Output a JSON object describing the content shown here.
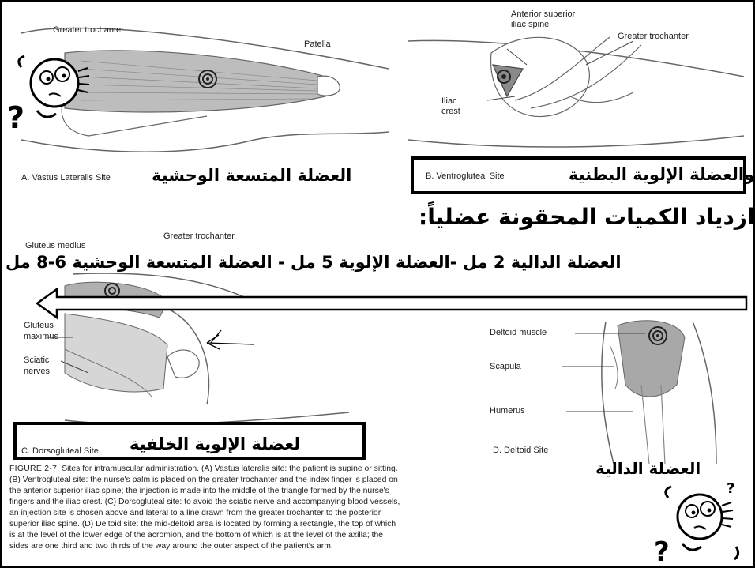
{
  "figA": {
    "label_trochanter": "Greater trochanter",
    "label_patella": "Patella",
    "site": "A. Vastus Lateralis Site",
    "arabic": "العضلة المتسعة الوحشية"
  },
  "figB": {
    "label_asis_1": "Anterior superior",
    "label_asis_2": "iliac spine",
    "label_trochanter": "Greater trochanter",
    "label_crest_1": "Iliac",
    "label_crest_2": "crest",
    "site": "B. Ventrogluteal Site",
    "arabic": "والعضلة الإلوية البطنية"
  },
  "heading": {
    "line1": "ازدياد الكميات المحقونة عضلياً:",
    "line2": "العضلة الدالية 2 مل -العضلة الإلوية 5 مل - العضلة المتسعة الوحشية  6-8 مل"
  },
  "figC": {
    "label_medius": "Gluteus medius",
    "label_trochanter": "Greater trochanter",
    "label_maximus_1": "Gluteus",
    "label_maximus_2": "maximus",
    "label_sciatic_1": "Sciatic",
    "label_sciatic_2": "nerves",
    "site": "C. Dorsogluteal Site",
    "arabic": "لعضلة الإلوية الخلفية"
  },
  "figD": {
    "label_deltoid": "Deltoid muscle",
    "label_scapula": "Scapula",
    "label_humerus": "Humerus",
    "site": "D. Deltoid Site",
    "arabic": "العضلة الدالية"
  },
  "caption": {
    "prefix": "FIGURE 2-7.",
    "l1": "  Sites for intramuscular administration. (A) Vastus lateralis site: the patient is supine or sitting.",
    "l2": "(B) Ventrogluteal site: the nurse's palm is placed on the greater trochanter and the index finger is placed on",
    "l3": "the anterior superior iliac spine; the injection is made into the middle of the triangle formed by the nurse's",
    "l4": "fingers and the iliac crest. (C) Dorsogluteal site: to avoid the sciatic nerve and accompanying blood vessels,",
    "l5": "an injection site is chosen above and lateral to a line drawn from the greater trochanter to the posterior",
    "l6": "superior iliac spine. (D) Deltoid site: the mid-deltoid area is located by forming a rectangle, the top of which",
    "l7": "is at the level of the lower edge of the acromion, and the bottom of which is at the level of the axilla; the",
    "l8": "sides are one third and two thirds of the way around the outer aspect of the patient's arm."
  },
  "colors": {
    "ink": "#000000",
    "drawing": "#666666",
    "muscle": "#9a9a9a"
  },
  "icons": [
    "confused-face-icon",
    "question-mark-icon",
    "injection-target-icon",
    "arrow-left-icon"
  ]
}
